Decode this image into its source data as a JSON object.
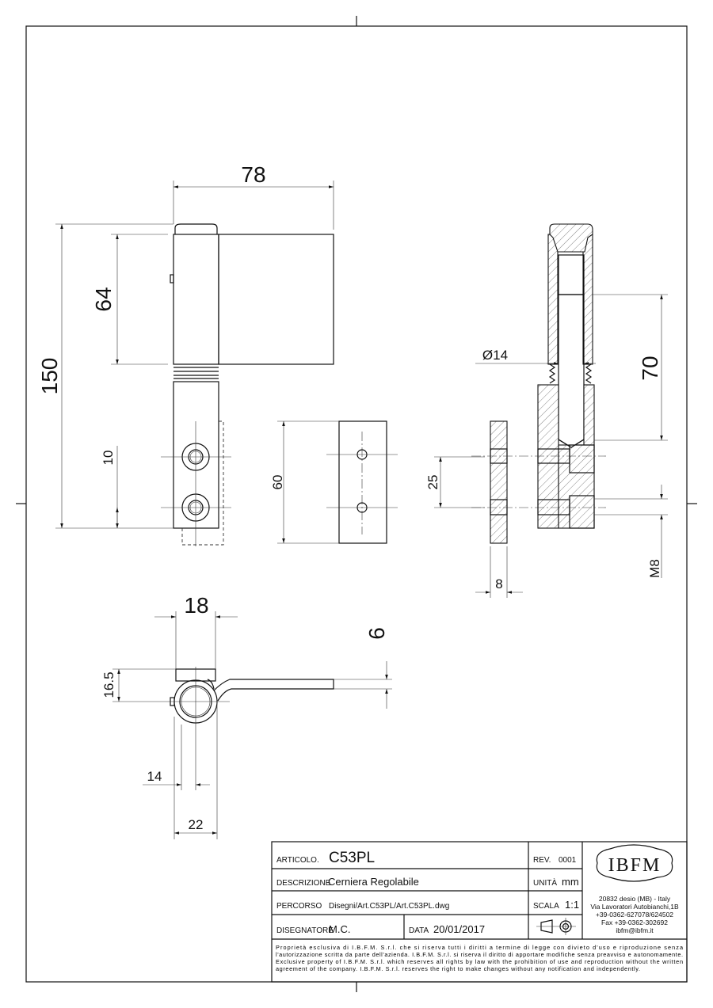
{
  "dimensions": {
    "width_78": "78",
    "height_150": "150",
    "height_64": "64",
    "hole_10": "10",
    "plate_60": "60",
    "dia_14": "Ø14",
    "len_70": "70",
    "hole_25": "25",
    "thick_8": "8",
    "thread_m8": "M8",
    "width_18": "18",
    "leaf_6": "6",
    "offset_16_5": "16.5",
    "offset_14": "14",
    "width_22": "22"
  },
  "title_block": {
    "articolo_label": "ARTICOLO.",
    "articolo": "C53PL",
    "rev_label": "REV.",
    "rev": "0001",
    "descrizione_label": "DESCRIZIONE",
    "descrizione": "Cerniera Regolabile",
    "unita_label": "UNITÀ",
    "unita": "mm",
    "percorso_label": "PERCORSO",
    "percorso": "Disegni/Art.C53PL/Art.C53PL.dwg",
    "scala_label": "SCALA",
    "scala": "1:1",
    "disegnatore_label": "DISEGNATORE",
    "disegnatore": "M.C.",
    "data_label": "DATA",
    "data": "20/01/2017",
    "logo": "IBFM",
    "address": [
      "20832 desio (MB) - Italy",
      "Via Lavoratori Autobianchi,1B",
      "+39-0362-627078/624502",
      "Fax +39-0362-302692",
      "ibfm@ibfm.it"
    ],
    "disclaimer": [
      "Proprietà esclusiva di I.B.F.M. S.r.l. che si riserva tutti i diritti a termine di legge con divieto d'uso e riproduzione senza",
      "l'autorizzazione scritta da parte dell'azienda. I.B.F.M. S.r.l. si riserva il diritto di apportare modifiche senza preavviso e autonomamente.",
      "Exclusive property of I.B.F.M. S.r.l. which reserves all rights by law with the prohibition of use and reproduction without the written",
      "agreement of the company. I.B.F.M. S.r.l. reserves the right to make changes without any notification and independently."
    ]
  }
}
